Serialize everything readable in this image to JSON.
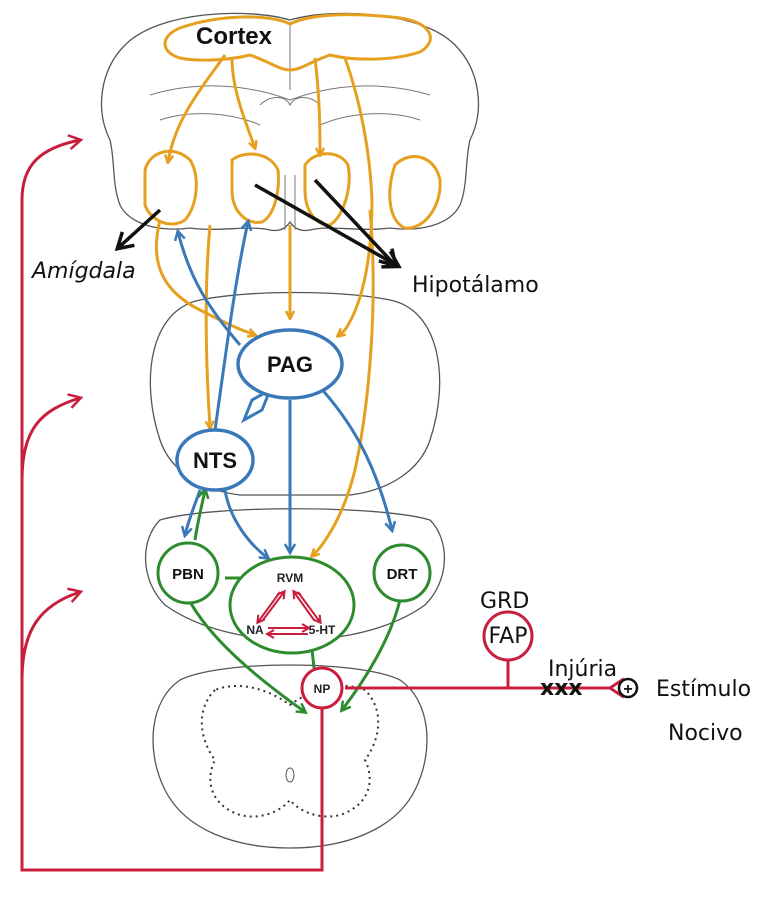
{
  "labels": {
    "cortex": "Cortex",
    "amigdala": "Amígdala",
    "hipotalamo": "Hipotálamo",
    "pag": "PAG",
    "nts": "NTS",
    "pbn": "PBN",
    "drt": "DRT",
    "rvm": "RVM",
    "na": "NA",
    "ht5": "5-HT",
    "np": "NP",
    "grd": "GRD",
    "fap": "FAP",
    "injuria": "Injúria",
    "xxx": "xxx",
    "plus": "+",
    "estimulo": "Estímulo",
    "nocivo": "Nocivo"
  },
  "colors": {
    "cortical": "#e6a020",
    "descending": "#3a78b8",
    "brainstem": "#2e8b2e",
    "nociceptive": "#c81e3c",
    "outline": "#555555"
  }
}
